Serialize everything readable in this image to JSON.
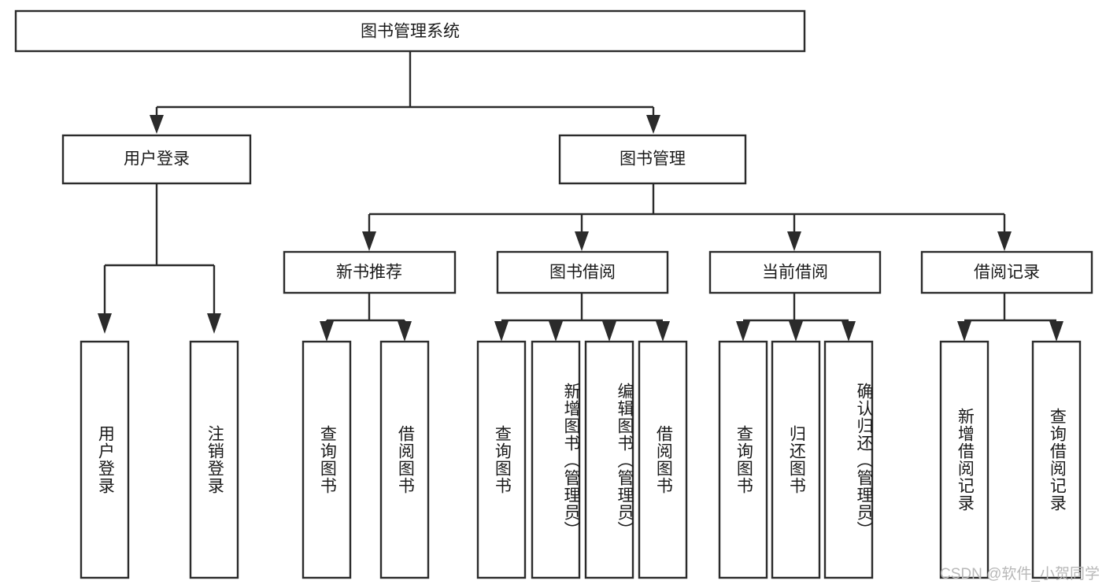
{
  "diagram": {
    "type": "tree-hierarchy",
    "title": "图书管理系统",
    "watermark": "CSDN @软件_小贺同学",
    "colors": {
      "stroke": "#2b2b2b",
      "fill": "#ffffff",
      "text": "#1a1a1a",
      "watermark": "#b8b8b8",
      "background": "#ffffff"
    },
    "root": {
      "id": "root",
      "label": "图书管理系统",
      "orientation": "horizontal"
    },
    "level2": [
      {
        "id": "user-login",
        "label": "用户登录",
        "orientation": "horizontal"
      },
      {
        "id": "book-management",
        "label": "图书管理",
        "orientation": "horizontal"
      }
    ],
    "level3": [
      {
        "id": "new-book-recommend",
        "label": "新书推荐",
        "orientation": "horizontal",
        "parent": "book-management"
      },
      {
        "id": "book-borrow",
        "label": "图书借阅",
        "orientation": "horizontal",
        "parent": "book-management"
      },
      {
        "id": "current-borrow",
        "label": "当前借阅",
        "orientation": "horizontal",
        "parent": "book-management"
      },
      {
        "id": "borrow-record",
        "label": "借阅记录",
        "orientation": "horizontal",
        "parent": "book-management"
      }
    ],
    "leaves": [
      {
        "id": "leaf-user-login",
        "label": "用户登录",
        "orientation": "vertical",
        "parent": "user-login"
      },
      {
        "id": "leaf-user-logout",
        "label": "注销登录",
        "orientation": "vertical",
        "parent": "user-login"
      },
      {
        "id": "leaf-query-book-1",
        "label": "查询图书",
        "orientation": "vertical",
        "parent": "new-book-recommend"
      },
      {
        "id": "leaf-borrow-book-1",
        "label": "借阅图书",
        "orientation": "vertical",
        "parent": "new-book-recommend"
      },
      {
        "id": "leaf-query-book-2",
        "label": "查询图书",
        "orientation": "vertical",
        "parent": "book-borrow"
      },
      {
        "id": "leaf-add-book",
        "label": "新增图书（管理员）",
        "orientation": "vertical",
        "parent": "book-borrow"
      },
      {
        "id": "leaf-edit-book",
        "label": "编辑图书（管理员）",
        "orientation": "vertical",
        "parent": "book-borrow"
      },
      {
        "id": "leaf-borrow-book-2",
        "label": "借阅图书",
        "orientation": "vertical",
        "parent": "book-borrow"
      },
      {
        "id": "leaf-query-book-3",
        "label": "查询图书",
        "orientation": "vertical",
        "parent": "current-borrow"
      },
      {
        "id": "leaf-return-book",
        "label": "归还图书",
        "orientation": "vertical",
        "parent": "current-borrow"
      },
      {
        "id": "leaf-confirm-return",
        "label": "确认归还（管理员）",
        "orientation": "vertical",
        "parent": "current-borrow"
      },
      {
        "id": "leaf-add-record",
        "label": "新增借阅记录",
        "orientation": "vertical",
        "parent": "borrow-record"
      },
      {
        "id": "leaf-query-record",
        "label": "查询借阅记录",
        "orientation": "vertical",
        "parent": "borrow-record"
      }
    ]
  }
}
